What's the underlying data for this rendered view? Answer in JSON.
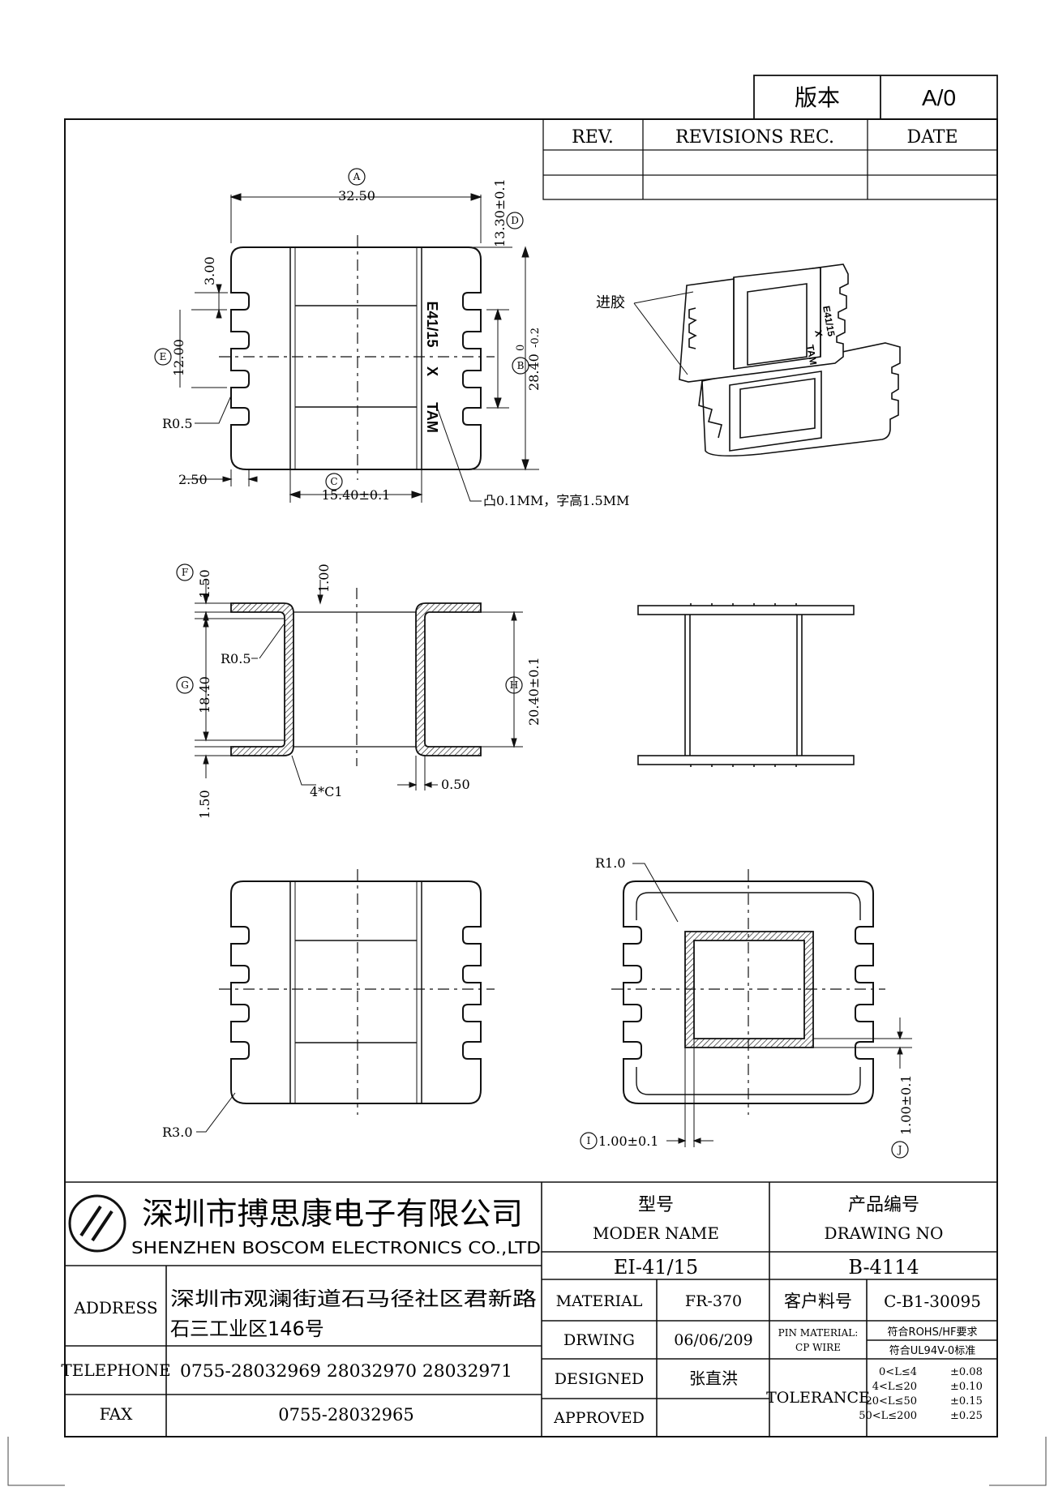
{
  "version": {
    "label": "版本",
    "value": "A/0"
  },
  "revisions": {
    "headers": [
      "REV.",
      "REVISIONS REC.",
      "DATE"
    ]
  },
  "top_view": {
    "dim_a": "32.50",
    "mark_a": "A",
    "dim_d": "13.30±0.1",
    "mark_d": "D",
    "dim_top_left": "3.00",
    "dim_e": "12.00",
    "mark_e": "E",
    "dim_b": "28.40",
    "dim_b_tol_upper": "0",
    "dim_b_tol_lower": "-0.2",
    "mark_b": "B",
    "radius": "R0.5",
    "dim_left": "2.50",
    "dim_c": "15.40±0.1",
    "mark_c": "C",
    "emboss_note": "凸0.1MM，字高1.5MM",
    "marking_lines": [
      "E41/15",
      "X",
      "TAM"
    ]
  },
  "iso_view": {
    "callout": "进胶",
    "marking_lines": [
      "E41/15",
      "X",
      "TAM"
    ]
  },
  "section_view": {
    "dim_f": "1.50",
    "mark_f": "F",
    "dim_top": "1.00",
    "radius": "R0.5",
    "dim_g": "18.40",
    "mark_g": "G",
    "dim_h": "20.40±0.1",
    "mark_h": "H",
    "dim_bottom": "1.50",
    "chamfer": "4*C1",
    "dim_wall": "0.50"
  },
  "bottom_view": {
    "radius_left": "R3.0",
    "radius_right": "R1.0",
    "dim_i": "1.00±0.1",
    "mark_i": "I",
    "dim_j": "1.00±0.1",
    "mark_j": "J"
  },
  "title_block": {
    "company_cn": "深圳市搏思康电子有限公司",
    "company_en": "SHENZHEN BOSCOM ELECTRONICS CO.,LTD",
    "model_cn": "型号",
    "model_en": "MODER NAME",
    "model_value": "EI-41/15",
    "drawing_cn": "产品编号",
    "drawing_en": "DRAWING NO",
    "drawing_value": "B-4114",
    "address_label": "ADDRESS",
    "address_lines": [
      "深圳市观澜街道石马径社区君新路",
      "石三工业区146号"
    ],
    "telephone_label": "TELEPHONE",
    "telephone": "0755-28032969 28032970 28032971",
    "fax_label": "FAX",
    "fax": "0755-28032965",
    "material_label": "MATERIAL",
    "material": "FR-370",
    "drawing_label": "DRWING",
    "drawing_date": "06/06/209",
    "designed_label": "DESIGNED",
    "designed": "张直洪",
    "approved_label": "APPROVED",
    "approved": "",
    "customer_part_label": "客户料号",
    "customer_part": "C-B1-30095",
    "pin_material_label": [
      "PIN  MATERIAL:",
      "CP WIRE"
    ],
    "pin_material_notes": [
      "符合ROHS/HF要求",
      "符合UL94V-0标准"
    ],
    "tolerance_label": "TOLERANCE",
    "tolerances": [
      [
        "0<L≤4",
        "±0.08"
      ],
      [
        "4<L≤20",
        "±0.10"
      ],
      [
        "20<L≤50",
        "±0.15"
      ],
      [
        "50<L≤200",
        "±0.25"
      ]
    ]
  }
}
